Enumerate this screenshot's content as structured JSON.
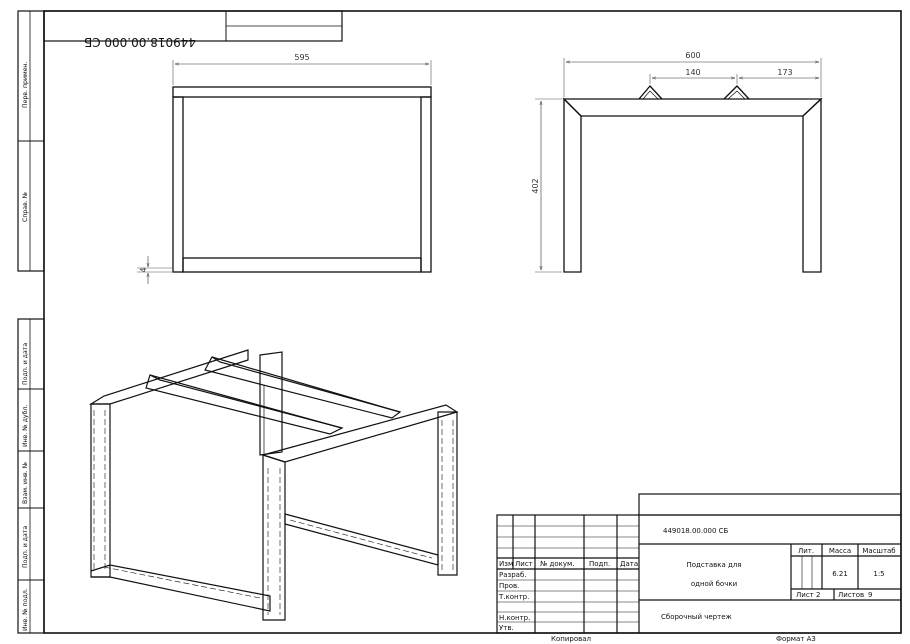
{
  "top_stamp": {
    "code_mirrored": "449018.00.000 СБ"
  },
  "side_column": {
    "perv_primen": "Перв. примен.",
    "sprav_no": "Справ. №",
    "podp_data_1": "Подп. и дата",
    "inv_dubl": "Инв. № дубл.",
    "vzam_inv": "Взам. инв. №",
    "podp_data_2": "Подп. и дата",
    "inv_podl": "Инв. № подл."
  },
  "front_view": {
    "width_dim": "595",
    "foot_dim": "4"
  },
  "side_view": {
    "width_dim": "600",
    "pitch_dim": "140",
    "offset_dim": "173",
    "height_dim": "402"
  },
  "title_block": {
    "doc_code": "449018.00.000 СБ",
    "title_line1": "Подставка для",
    "title_line2": "одной бочки",
    "doc_type": "Сборочный чертеж",
    "lit_label": "Лит.",
    "mass_label": "Масса",
    "scale_label": "Масштаб",
    "mass_value": "6.21",
    "scale_value": "1:5",
    "sheet_label": "Лист 2",
    "sheets_label": "Листов",
    "sheets_value": "9",
    "izm": "Изм",
    "list": "Лист",
    "doc_no": "№ докум.",
    "podp": "Подп.",
    "data": "Дата",
    "razrab": "Разраб.",
    "prov": "Пров.",
    "tkontr": "Т.контр.",
    "nkontr": "Н.контр.",
    "utv": "Утв."
  },
  "footer": {
    "kopiroval": "Копировал",
    "format": "Формат А3"
  }
}
